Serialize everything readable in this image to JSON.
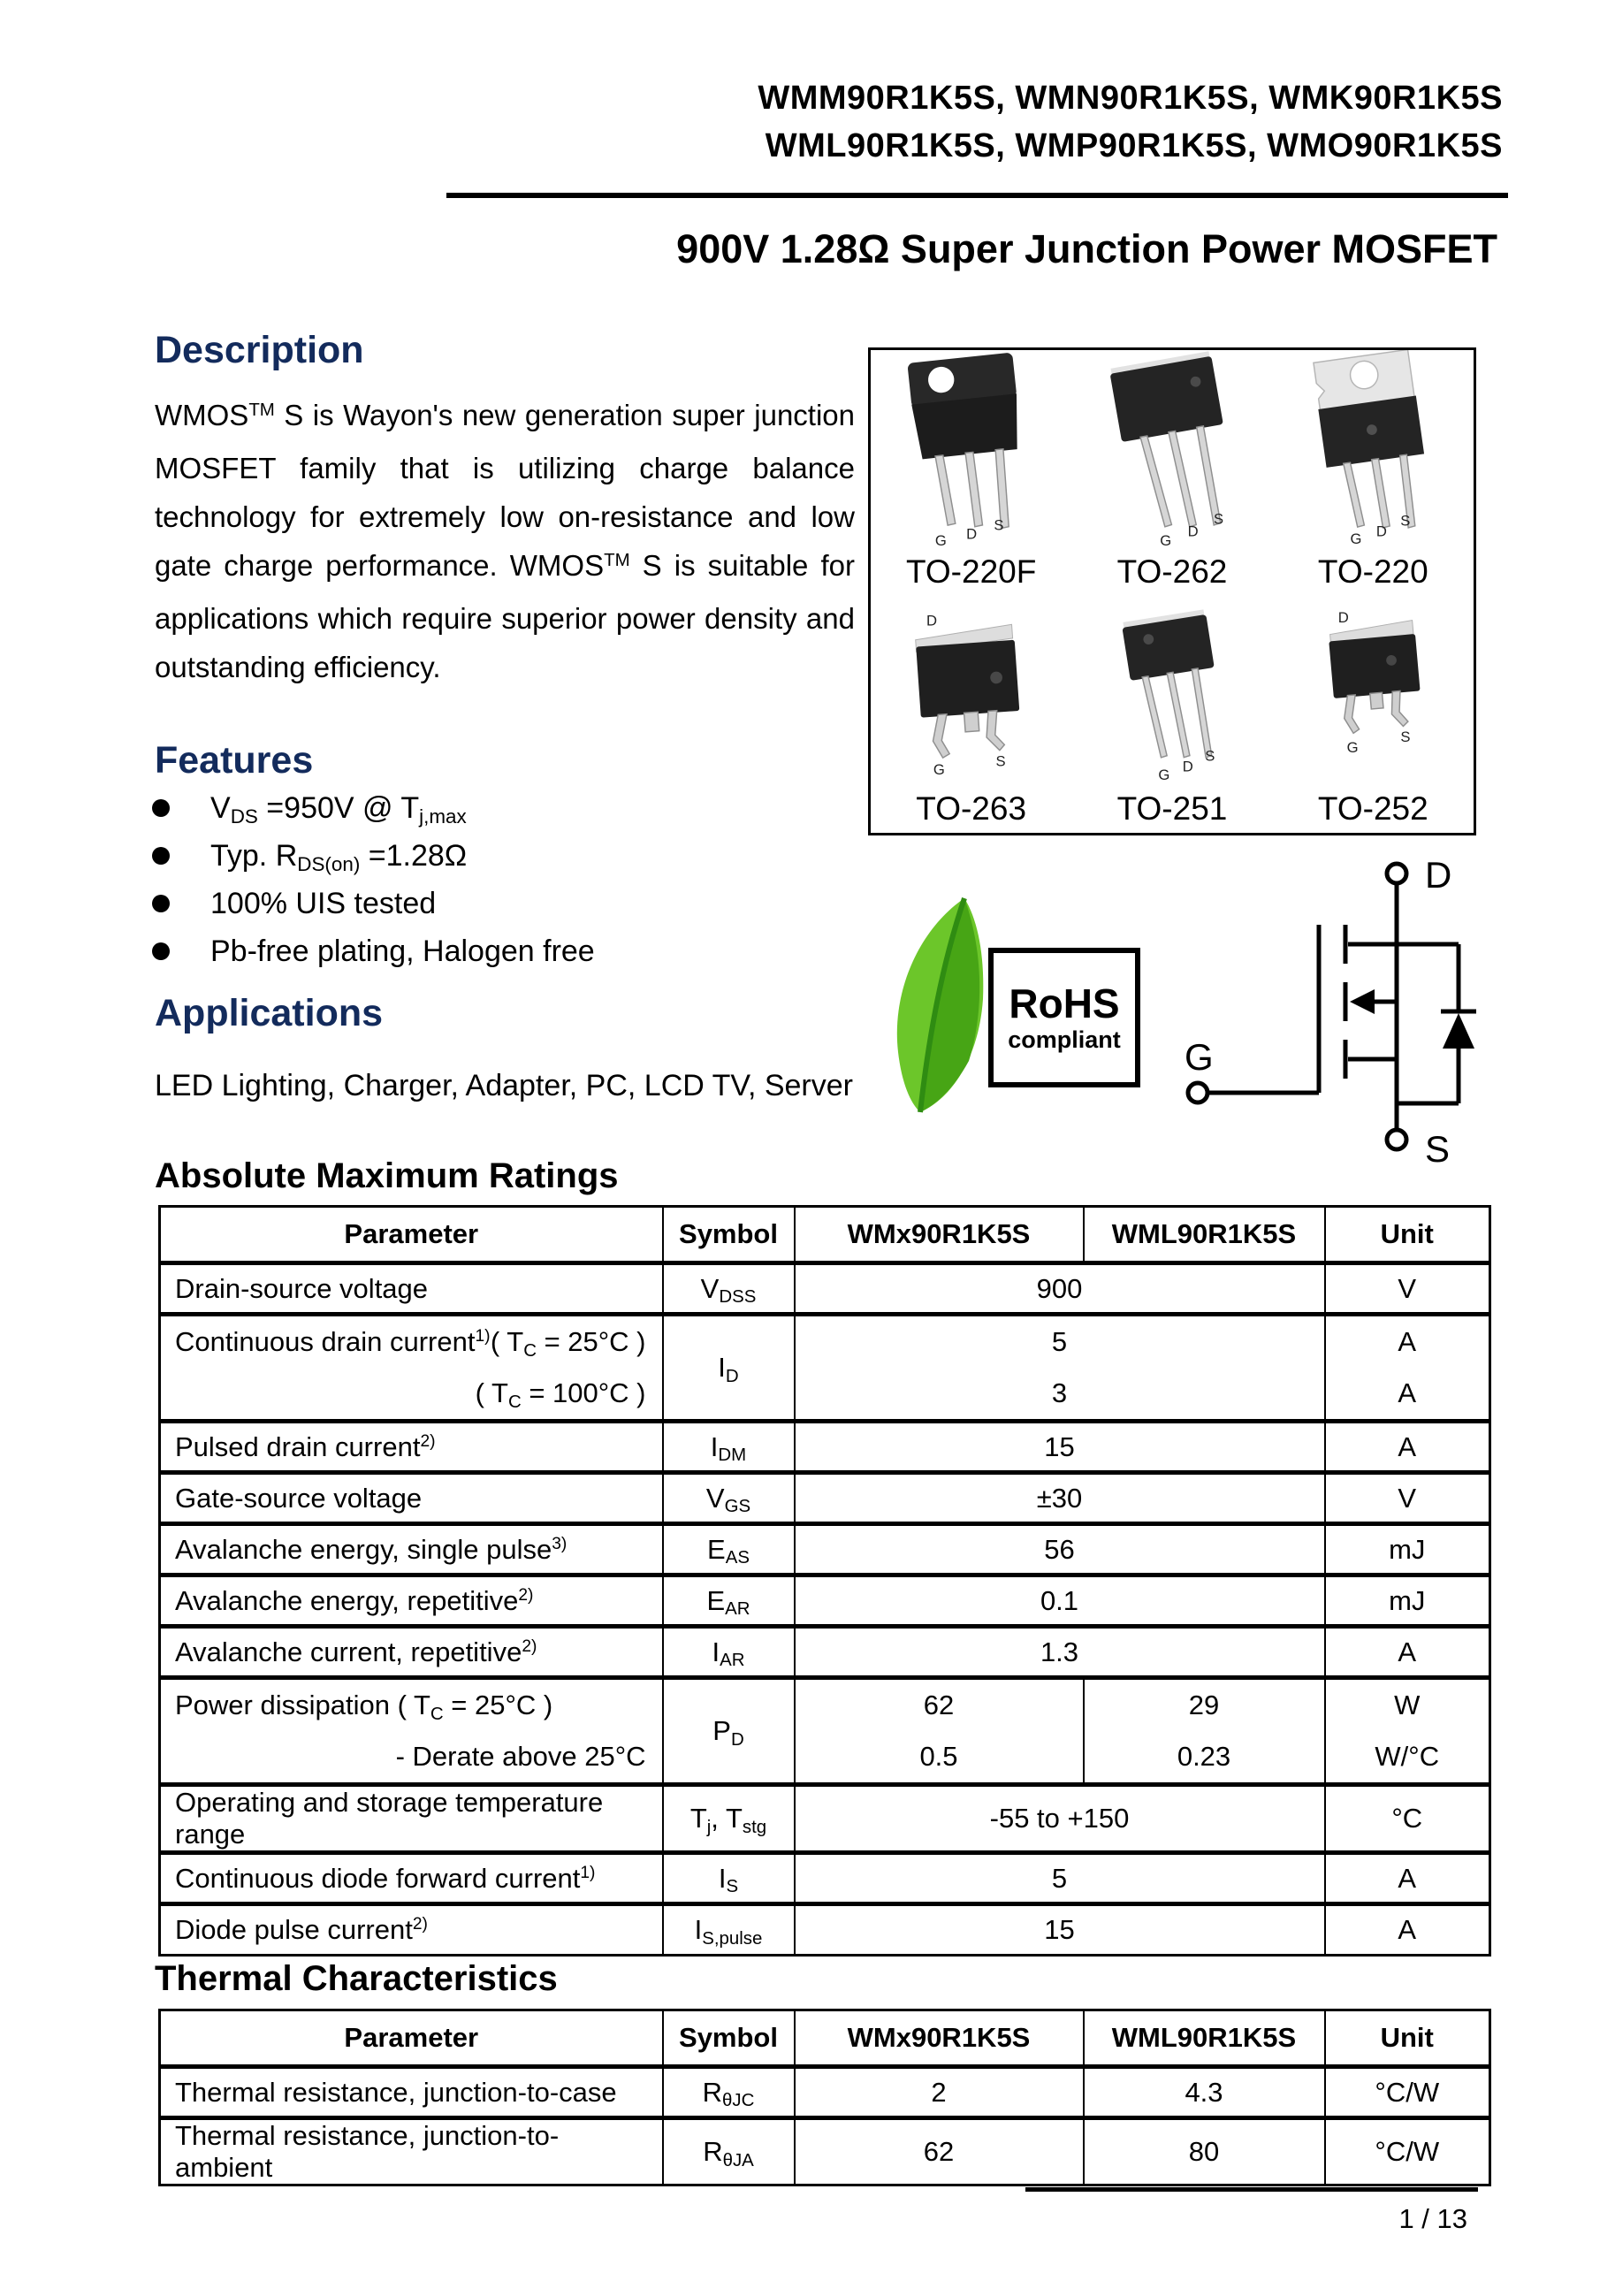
{
  "header": {
    "part_numbers_line1": "WMM90R1K5S, WMN90R1K5S, WMK90R1K5S",
    "part_numbers_line2": "WML90R1K5S, WMP90R1K5S, WMO90R1K5S",
    "title": "900V 1.28Ω Super Junction Power MOSFET"
  },
  "description": {
    "heading": "Description",
    "text": "WMOS^TM^ S is Wayon's new generation super junction MOSFET family that is utilizing charge balance technology for extremely low on-resistance and low gate charge performance. WMOS^TM^ S is suitable for applications which require superior power density and outstanding efficiency."
  },
  "features": {
    "heading": "Features",
    "items": [
      "V~DS~ =950V @ T~j,max~",
      "Typ. R~DS(on)~ =1.28Ω",
      "100% UIS tested",
      "Pb-free plating, Halogen free"
    ]
  },
  "applications": {
    "heading": "Applications",
    "text": "LED Lighting, Charger, Adapter, PC, LCD TV, Server"
  },
  "packages": {
    "items": [
      {
        "name": "TO-220F",
        "pins": [
          "G",
          "D",
          "S"
        ]
      },
      {
        "name": "TO-262",
        "pins": [
          "G",
          "D",
          "S"
        ]
      },
      {
        "name": "TO-220",
        "pins": [
          "G",
          "D",
          "S"
        ]
      },
      {
        "name": "TO-263",
        "pins": [
          "D",
          "G",
          "S"
        ]
      },
      {
        "name": "TO-251",
        "pins": [
          "G",
          "D",
          "S"
        ]
      },
      {
        "name": "TO-252",
        "pins": [
          "D",
          "G",
          "S"
        ]
      }
    ]
  },
  "badges": {
    "rohs_line1": "RoHS",
    "rohs_line2": "compliant"
  },
  "symbol": {
    "drain": "D",
    "gate": "G",
    "source": "S"
  },
  "abs_max": {
    "heading": "Absolute Maximum Ratings",
    "columns": [
      "Parameter",
      "Symbol",
      "WMx90R1K5S",
      "WML90R1K5S",
      "Unit"
    ],
    "rows": {
      "vdss": {
        "param": "Drain-source voltage",
        "symbol": "V~DSS~",
        "value": "900",
        "unit": "V"
      },
      "id": {
        "param": "Continuous drain current^1)^",
        "cond1": "( T~C~ = 25°C )",
        "cond2": "( T~C~ = 100°C )",
        "symbol": "I~D~",
        "value1": "5",
        "unit1": "A",
        "value2": "3",
        "unit2": "A"
      },
      "idm": {
        "param": "Pulsed drain current^2)^",
        "symbol": "I~DM~",
        "value": "15",
        "unit": "A"
      },
      "vgs": {
        "param": "Gate-source voltage",
        "symbol": "V~GS~",
        "value": "±30",
        "unit": "V"
      },
      "eas": {
        "param": "Avalanche energy, single pulse^3)^",
        "symbol": "E~AS~",
        "value": "56",
        "unit": "mJ"
      },
      "ear": {
        "param": "Avalanche energy, repetitive^2)^",
        "symbol": "E~AR~",
        "value": "0.1",
        "unit": "mJ"
      },
      "iar": {
        "param": "Avalanche current, repetitive^2)^",
        "symbol": "I~AR~",
        "value": "1.3",
        "unit": "A"
      },
      "pd": {
        "param": "Power dissipation ( T~C~ = 25°C )",
        "param2": "- Derate above 25°C",
        "symbol": "P~D~",
        "wmx1": "62",
        "wml1": "29",
        "unit1": "W",
        "wmx2": "0.5",
        "wml2": "0.23",
        "unit2": "W/°C"
      },
      "tj": {
        "param": "Operating and storage temperature range",
        "symbol": "T~j~, T~stg~",
        "value": "-55 to +150",
        "unit": "°C"
      },
      "is": {
        "param": "Continuous diode forward current^1)^",
        "symbol": "I~S~",
        "value": "5",
        "unit": "A"
      },
      "ispulse": {
        "param": "Diode pulse current^2)^",
        "symbol": "I~S,pulse~",
        "value": "15",
        "unit": "A"
      }
    }
  },
  "thermal": {
    "heading": "Thermal Characteristics",
    "columns": [
      "Parameter",
      "Symbol",
      "WMx90R1K5S",
      "WML90R1K5S",
      "Unit"
    ],
    "rows": {
      "rthjc": {
        "param": "Thermal resistance, junction-to-case",
        "symbol": "R~θJC~",
        "wmx": "2",
        "wml": "4.3",
        "unit": "°C/W"
      },
      "rthja": {
        "param": "Thermal resistance, junction-to-ambient",
        "symbol": "R~θJA~",
        "wmx": "62",
        "wml": "80",
        "unit": "°C/W"
      }
    }
  },
  "footer": {
    "page_number": "1 / 13"
  }
}
